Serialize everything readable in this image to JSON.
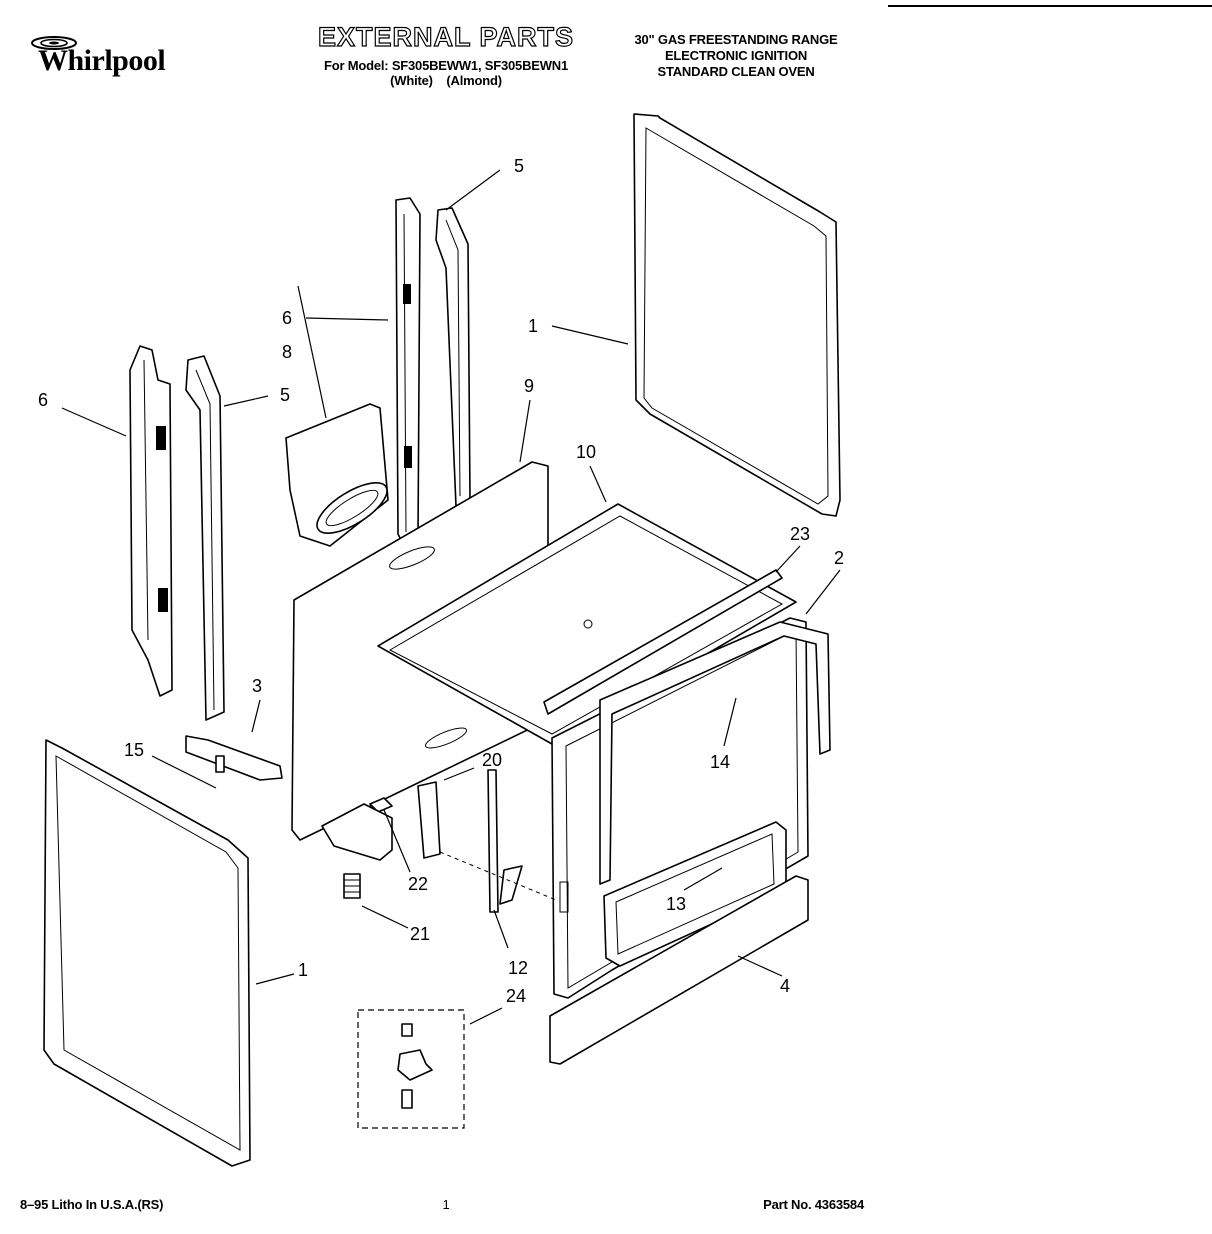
{
  "header": {
    "brand": "Whirlpool",
    "title": "EXTERNAL PARTS",
    "model_line": "For Model: SF305BEWW1, SF305BEWN1",
    "color_line": "(White)    (Almond)",
    "product_lines": [
      "30\" GAS FREESTANDING RANGE",
      "ELECTRONIC IGNITION",
      "STANDARD CLEAN OVEN"
    ]
  },
  "callouts": [
    "1",
    "1",
    "2",
    "3",
    "4",
    "5",
    "5",
    "6",
    "6",
    "8",
    "9",
    "10",
    "12",
    "13",
    "14",
    "15",
    "20",
    "21",
    "22",
    "23",
    "24"
  ],
  "footer": {
    "print_info": "8–95 Litho In U.S.A.(RS)",
    "page_number": "1",
    "part_number": "Part No. 4363584"
  }
}
